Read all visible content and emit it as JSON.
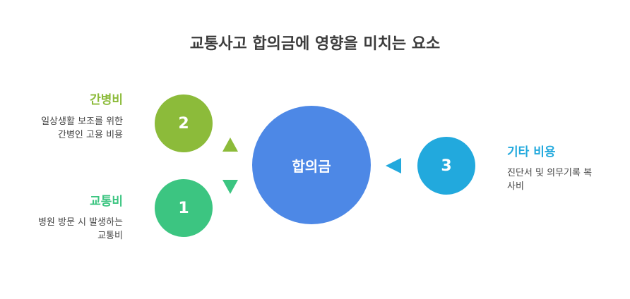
{
  "title": "교통사고 합의금에 영향을 미치는 요소",
  "center": {
    "label": "합의금",
    "color": "#4d88e6"
  },
  "items": [
    {
      "number": "1",
      "heading": "교통비",
      "description_lines": [
        "병원 방문 시 발생하는",
        "교통비"
      ],
      "color": "#3cc581"
    },
    {
      "number": "2",
      "heading": "간병비",
      "description_lines": [
        "일상생활 보조를 위한",
        "간병인 고용 비용"
      ],
      "color": "#8cbb3a"
    },
    {
      "number": "3",
      "heading": "기타 비용",
      "description_lines": [
        "진단서 및 의무기록 복",
        "사비"
      ],
      "color": "#22a9dd"
    }
  ]
}
